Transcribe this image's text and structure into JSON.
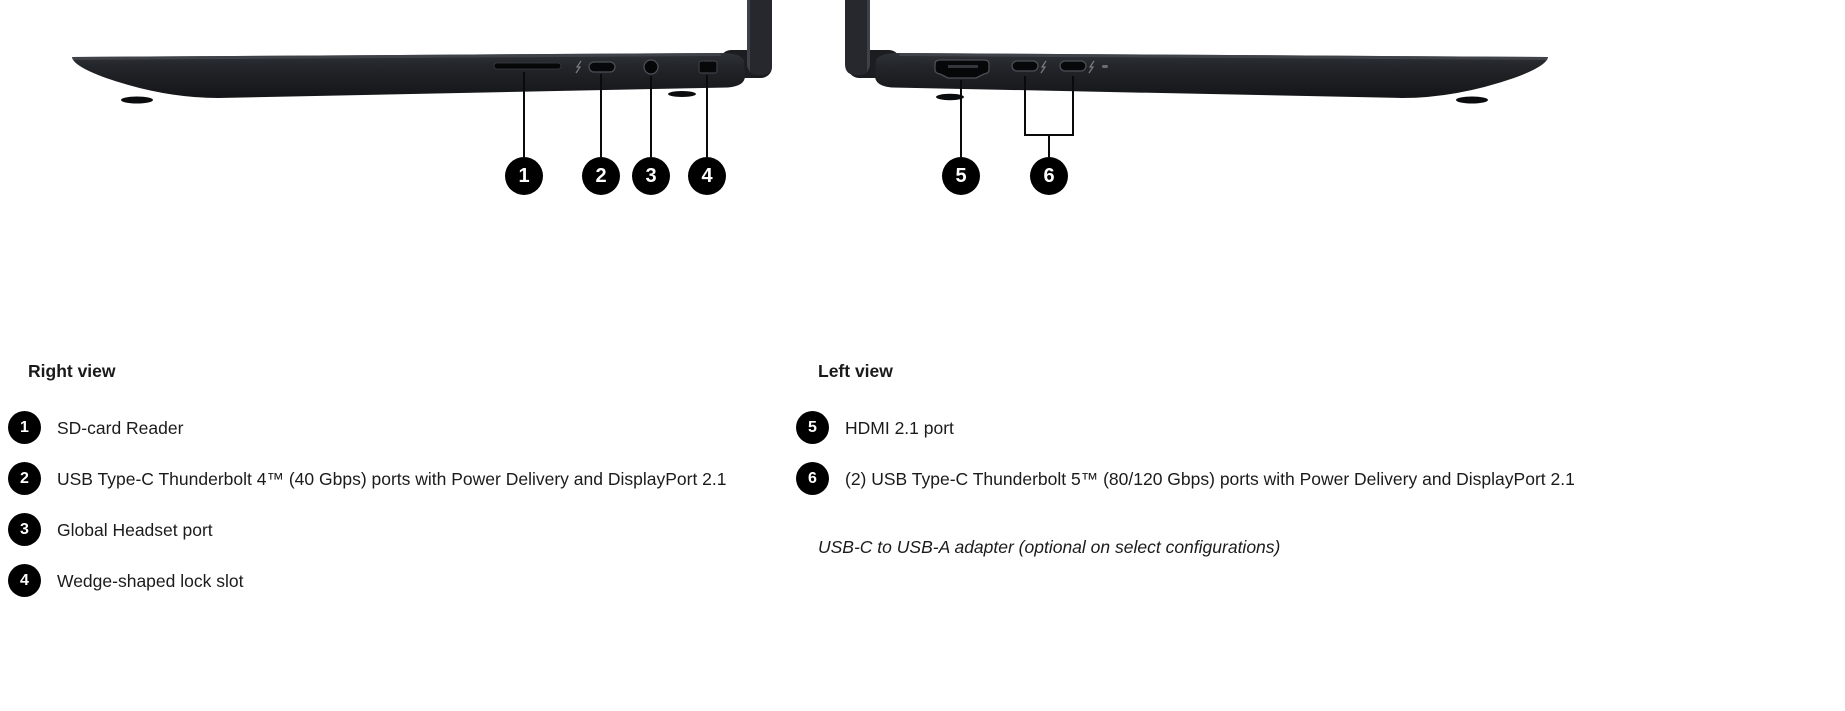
{
  "callouts": [
    "1",
    "2",
    "3",
    "4",
    "5",
    "6"
  ],
  "legend": {
    "right_view": {
      "title": "Right view",
      "items": [
        {
          "num": "1",
          "label": "SD-card Reader"
        },
        {
          "num": "2",
          "label": "USB Type-C Thunderbolt 4™ (40 Gbps) ports with Power Delivery and DisplayPort 2.1"
        },
        {
          "num": "3",
          "label": "Global Headset port"
        },
        {
          "num": "4",
          "label": "Wedge-shaped lock slot"
        }
      ]
    },
    "left_view": {
      "title": "Left view",
      "items": [
        {
          "num": "5",
          "label": "HDMI 2.1 port"
        },
        {
          "num": "6",
          "label": "(2) USB Type-C Thunderbolt 5™ (80/120 Gbps) ports with Power Delivery and DisplayPort 2.1"
        }
      ],
      "note": "USB-C to USB-A adapter (optional on select configurations)"
    }
  },
  "icons": {
    "right_side_ports": [
      "sd-card-slot",
      "thunderbolt-icon",
      "usb-c-port",
      "headset-jack",
      "wedge-lock-slot"
    ],
    "left_side_ports": [
      "hdmi-port",
      "usb-c-port",
      "thunderbolt-icon",
      "usb-c-port",
      "thunderbolt-icon"
    ]
  },
  "colors": {
    "background": "#ffffff",
    "callout": "#000000",
    "text": "#1a1a1a",
    "laptop_body": "#202327"
  }
}
